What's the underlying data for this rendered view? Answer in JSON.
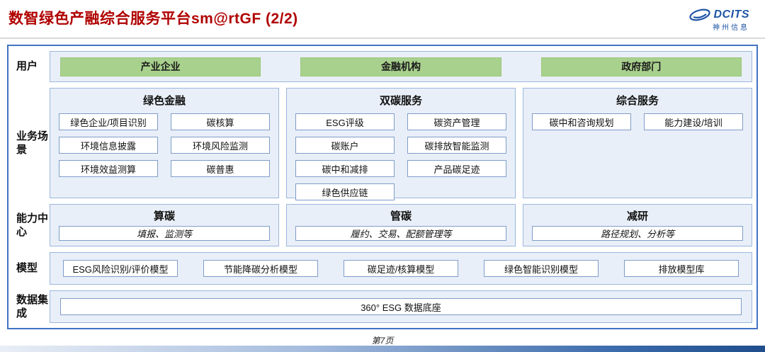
{
  "colors": {
    "title_red": "#B00000",
    "frame_blue": "#4472C4",
    "panel_blue": "#E9EFF8",
    "box_border_blue": "#7F9DC9",
    "green_box": "#A9D18E",
    "logo_blue": "#1F55A5"
  },
  "header": {
    "title": "数智绿色产融综合服务平台sm@rtGF (2/2)",
    "logo": {
      "brand": "DCITS",
      "subtitle": "神州信息"
    }
  },
  "rows": {
    "users": {
      "label": "用户",
      "items": [
        "产业企业",
        "金融机构",
        "政府部门"
      ]
    },
    "scenarios": {
      "label": "业务场景",
      "groups": [
        {
          "title": "绿色金融",
          "items": [
            "绿色企业/项目识别",
            "碳核算",
            "环境信息披露",
            "环境风险监测",
            "环境效益测算",
            "碳普惠"
          ]
        },
        {
          "title": "双碳服务",
          "items": [
            "ESG评级",
            "碳资产管理",
            "碳账户",
            "碳排放智能监测",
            "碳中和减排",
            "产品碳足迹",
            "绿色供应链"
          ]
        },
        {
          "title": "综合服务",
          "items": [
            "碳中和咨询规划",
            "能力建设/培训"
          ]
        }
      ]
    },
    "capabilities": {
      "label": "能力中心",
      "groups": [
        {
          "title": "算碳",
          "desc": "填报、监测等"
        },
        {
          "title": "管碳",
          "desc": "履约、交易、配额管理等"
        },
        {
          "title": "减研",
          "desc": "路径规划、分析等"
        }
      ]
    },
    "models": {
      "label": "模型",
      "items": [
        "ESG风险识别/评价模型",
        "节能降碳分析模型",
        "碳足迹/核算模型",
        "绿色智能识别模型",
        "排放模型库"
      ]
    },
    "data_integration": {
      "label": "数据集成",
      "items": [
        "360° ESG 数据底座"
      ]
    }
  },
  "footer": {
    "page": "第7页"
  }
}
